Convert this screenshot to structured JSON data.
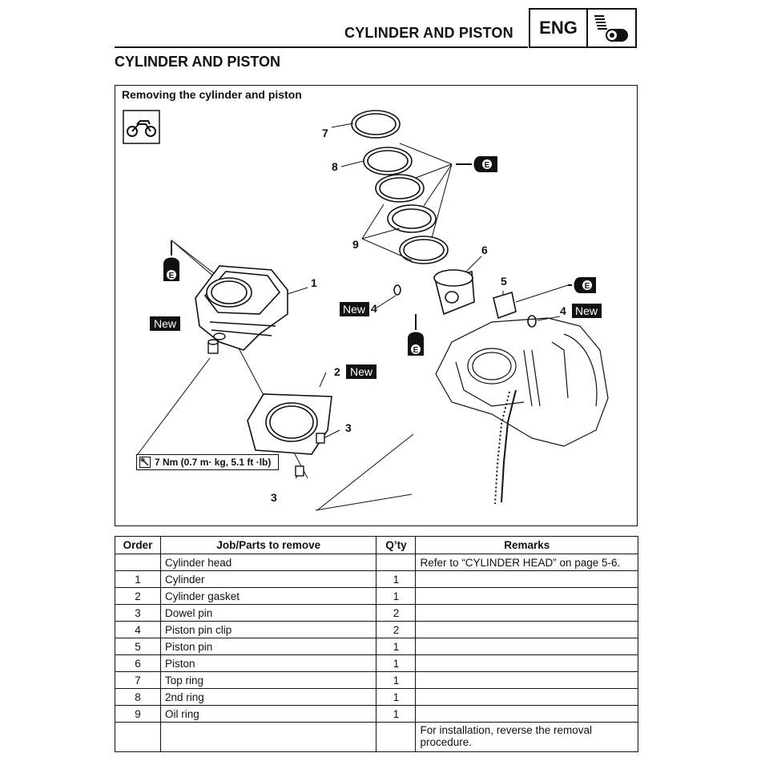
{
  "header": {
    "running_title": "CYLINDER AND PISTON",
    "badge_label": "ENG"
  },
  "section_title": "CYLINDER AND PISTON",
  "diagram": {
    "title": "Removing the cylinder and piston",
    "part_labels": [
      "7",
      "8",
      "9",
      "6",
      "5",
      "4",
      "4",
      "1",
      "2",
      "3",
      "3"
    ],
    "new_tag": "New",
    "oil_marker": "E",
    "torque_spec": "7 Nm (0.7 m· kg, 5.1 ft ·lb)"
  },
  "table": {
    "headers": [
      "Order",
      "Job/Parts to remove",
      "Q’ty",
      "Remarks"
    ],
    "rows": [
      {
        "order": "",
        "part": "Cylinder head",
        "qty": "",
        "remarks": "Refer to “CYLINDER HEAD” on page 5-6."
      },
      {
        "order": "1",
        "part": "Cylinder",
        "qty": "1",
        "remarks": ""
      },
      {
        "order": "2",
        "part": "Cylinder gasket",
        "qty": "1",
        "remarks": ""
      },
      {
        "order": "3",
        "part": "Dowel pin",
        "qty": "2",
        "remarks": ""
      },
      {
        "order": "4",
        "part": "Piston pin clip",
        "qty": "2",
        "remarks": ""
      },
      {
        "order": "5",
        "part": "Piston pin",
        "qty": "1",
        "remarks": ""
      },
      {
        "order": "6",
        "part": "Piston",
        "qty": "1",
        "remarks": ""
      },
      {
        "order": "7",
        "part": "Top ring",
        "qty": "1",
        "remarks": ""
      },
      {
        "order": "8",
        "part": "2nd ring",
        "qty": "1",
        "remarks": ""
      },
      {
        "order": "9",
        "part": "Oil ring",
        "qty": "1",
        "remarks": ""
      },
      {
        "order": "",
        "part": "",
        "qty": "",
        "remarks": "For installation, reverse the removal procedure."
      }
    ]
  }
}
